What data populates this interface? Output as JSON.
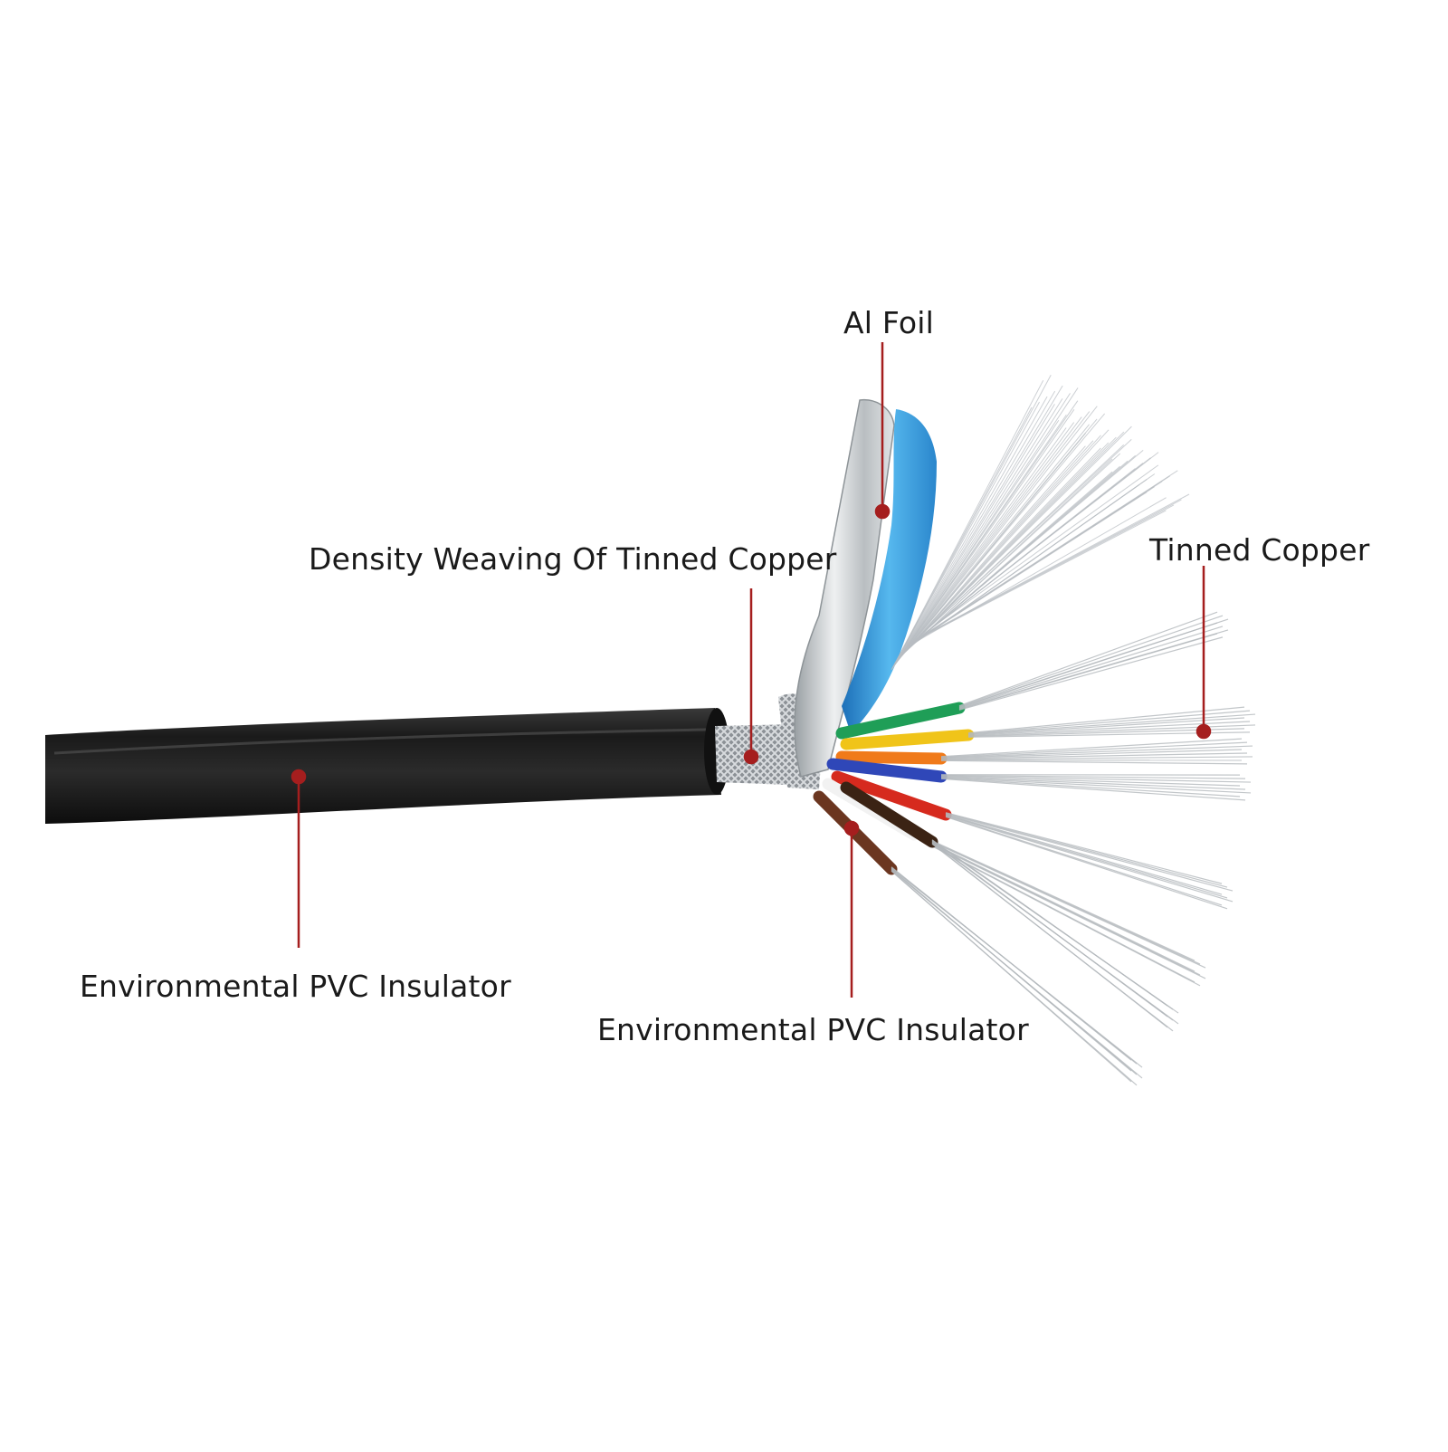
{
  "labels": {
    "al_foil": "Al Foil",
    "braid": "Density Weaving Of Tinned Copper",
    "tinned_copper": "Tinned Copper",
    "outer_insulator": "Environmental PVC Insulator",
    "core_insulator": "Environmental PVC Insulator"
  },
  "colors": {
    "background": "#ffffff",
    "jacket": "#1c1c1c",
    "callout": "#a51e1e",
    "foil_silver": "#cfd3d6",
    "foil_blue": "#3aa0de",
    "strands": "#b8bdc2"
  },
  "core_colors": [
    "#1f9e57",
    "#f0c419",
    "#f07a1a",
    "#2f47b8",
    "#d62a1e",
    "#fafafa",
    "#3b2314",
    "#6b3620"
  ]
}
